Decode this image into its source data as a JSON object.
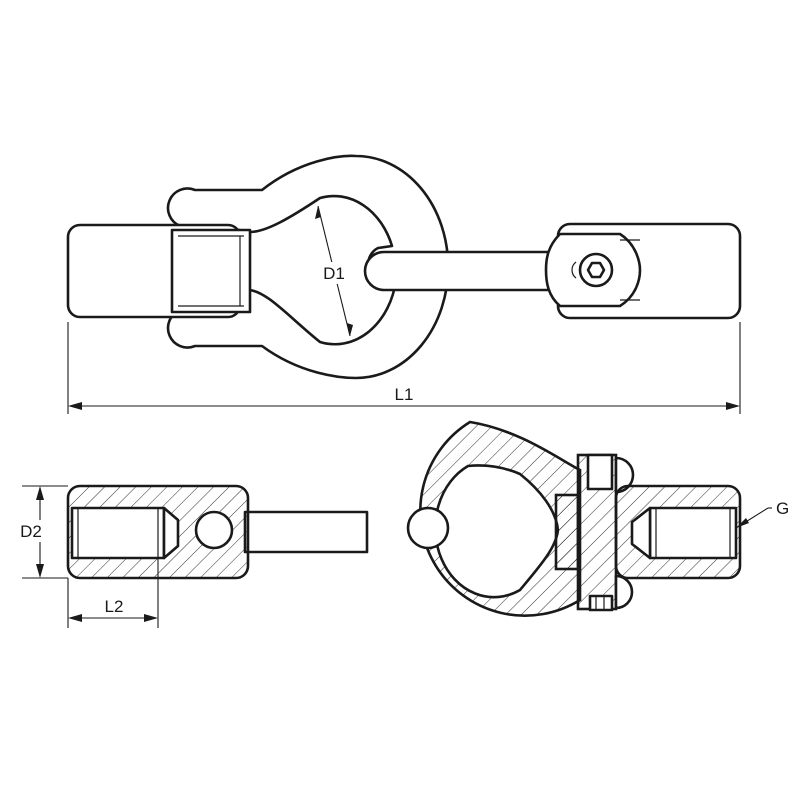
{
  "diagram": {
    "colors": {
      "line": "#1a1a1a",
      "background": "#ffffff",
      "hatch": "#1a1a1a"
    },
    "labels": {
      "d1": "D1",
      "l1": "L1",
      "d2": "D2",
      "l2": "L2",
      "g": "G"
    }
  }
}
